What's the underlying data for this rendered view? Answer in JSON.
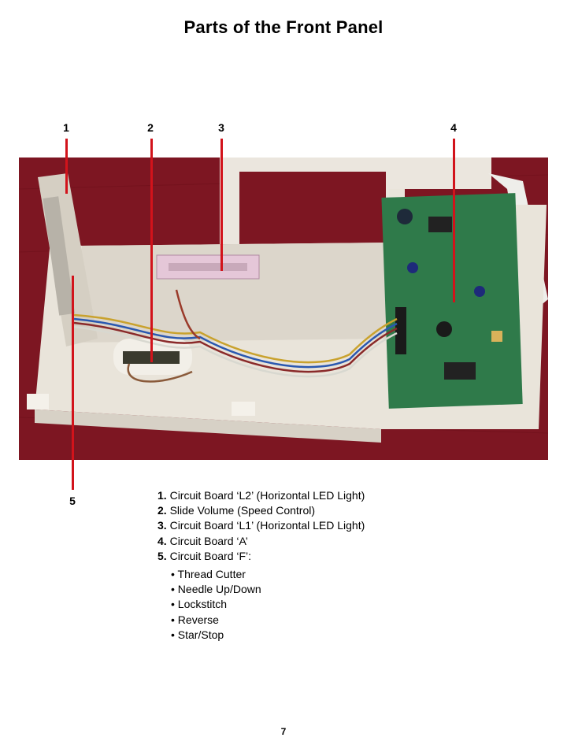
{
  "title": "Parts of the Front Panel",
  "callouts": [
    "1",
    "2",
    "3",
    "4",
    "5"
  ],
  "legend": {
    "items": [
      {
        "num": "1.",
        "text": "Circuit Board ‘L2’ (Horizontal LED Light)"
      },
      {
        "num": "2.",
        "text": "Slide Volume (Speed Control)"
      },
      {
        "num": "3.",
        "text": "Circuit Board ‘L1’ (Horizontal LED Light)"
      },
      {
        "num": "4.",
        "text": "Circuit Board ‘A’"
      },
      {
        "num": "5.",
        "text": "Circuit Board ‘F’:"
      }
    ],
    "subitems": [
      "• Thread Cutter",
      "• Needle Up/Down",
      "• Lockstitch",
      "• Reverse",
      "• Star/Stop"
    ]
  },
  "page_number": "7",
  "colors": {
    "leader_line": "#d2131b",
    "background_cloth": "#7d1622",
    "panel_plastic": "#e9e4da",
    "circuit_board": "#2f7a4a"
  }
}
